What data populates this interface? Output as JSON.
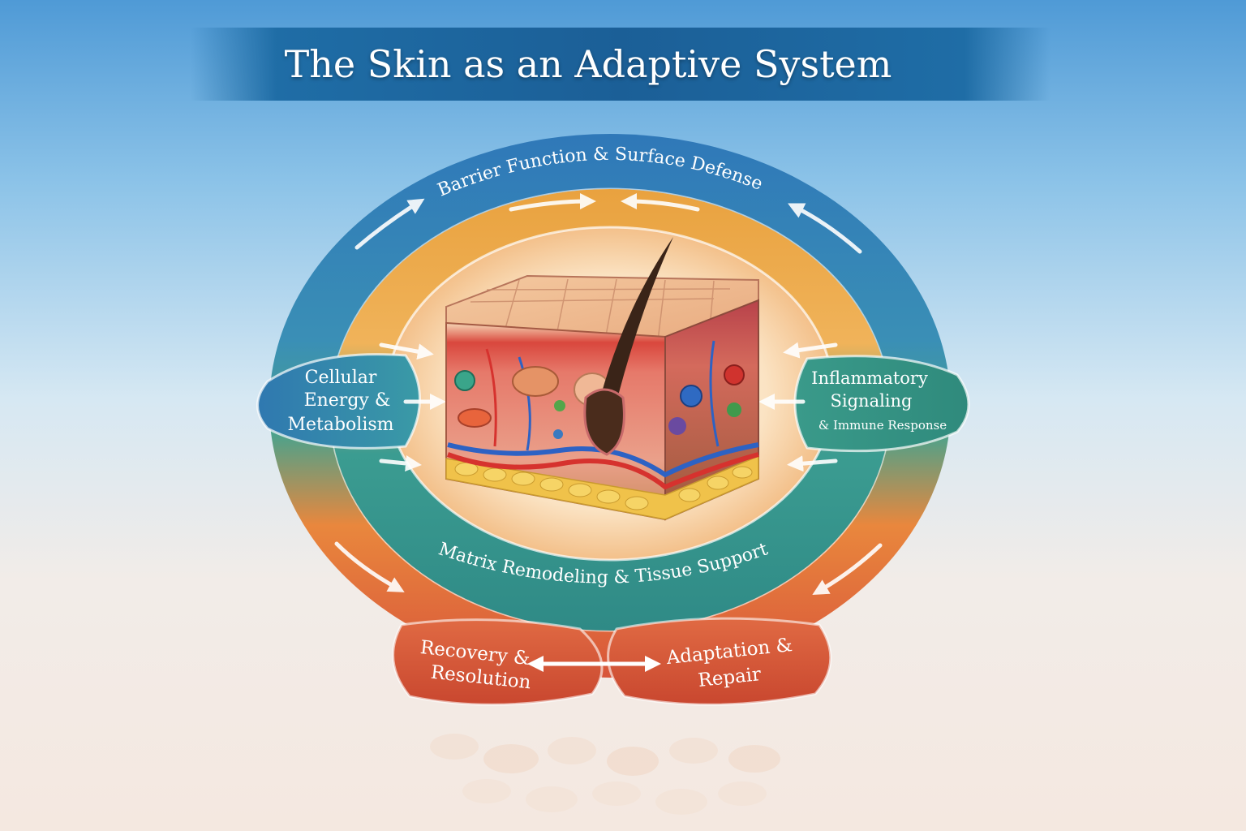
{
  "title": "The Skin as an Adaptive System",
  "nodes": {
    "top": "Barrier Function & Surface Defense",
    "left": [
      "Cellular",
      "Energy &",
      "Metabolism"
    ],
    "right_main": [
      "Inflammatory",
      "Signaling"
    ],
    "right_sub": "& Immune Response",
    "inner_bottom": "Matrix Remodeling & Tissue Support",
    "bottom_left": [
      "Recovery &",
      "Resolution"
    ],
    "bottom_right": [
      "Adaptation &",
      "Repair"
    ]
  },
  "colors": {
    "blue": "#2f78b8",
    "teal": "#2f9a97",
    "green": "#45a78a",
    "orange": "#e9873d",
    "red": "#d8553a",
    "title_banner": "#1b5f97"
  }
}
